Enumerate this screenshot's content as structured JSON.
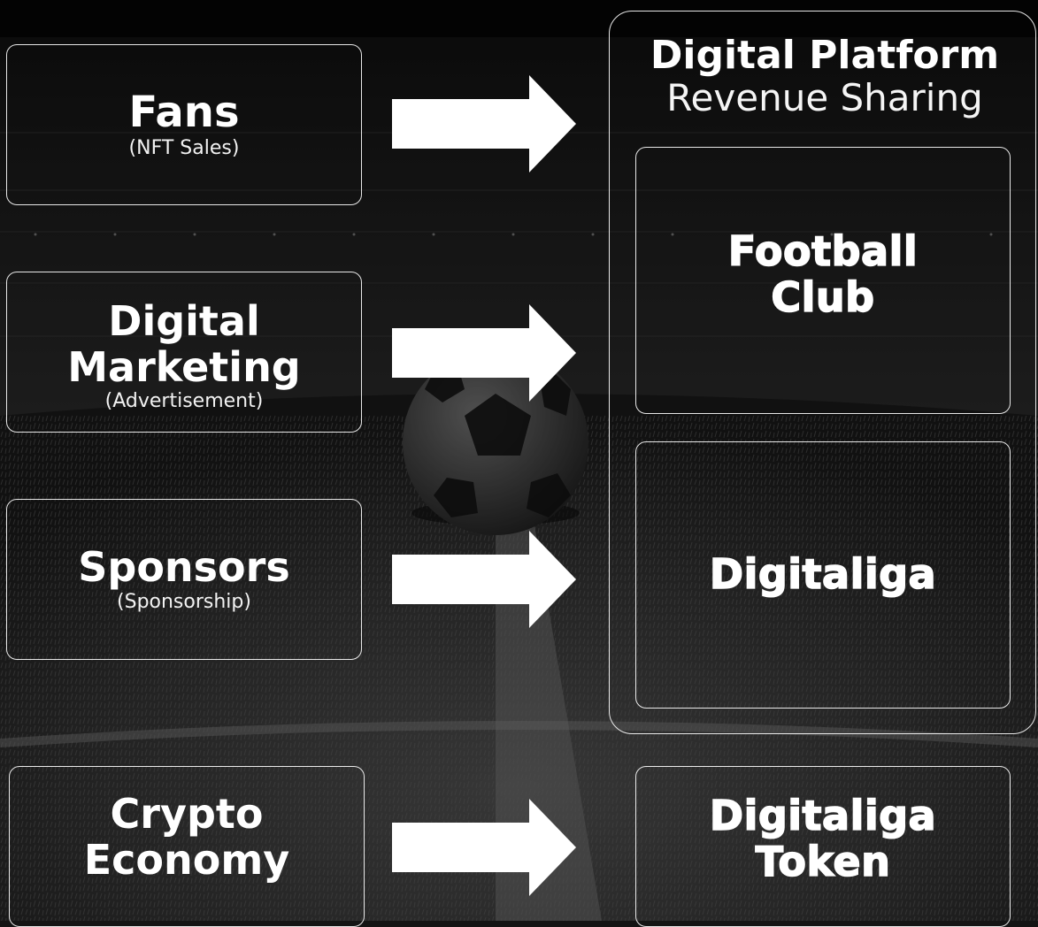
{
  "sources": [
    {
      "title": "Fans",
      "sub": "(NFT Sales)"
    },
    {
      "title": "Digital Marketing",
      "sub": "(Advertisement)"
    },
    {
      "title": "Sponsors",
      "sub": "(Sponsorship)"
    },
    {
      "title": "Crypto Economy",
      "sub": ""
    }
  ],
  "platform": {
    "title": "Digital Platform",
    "subtitle": "Revenue Sharing",
    "football_club": "Football Club",
    "digitaliga": "Digitaliga"
  },
  "token": "Digitaliga Token"
}
